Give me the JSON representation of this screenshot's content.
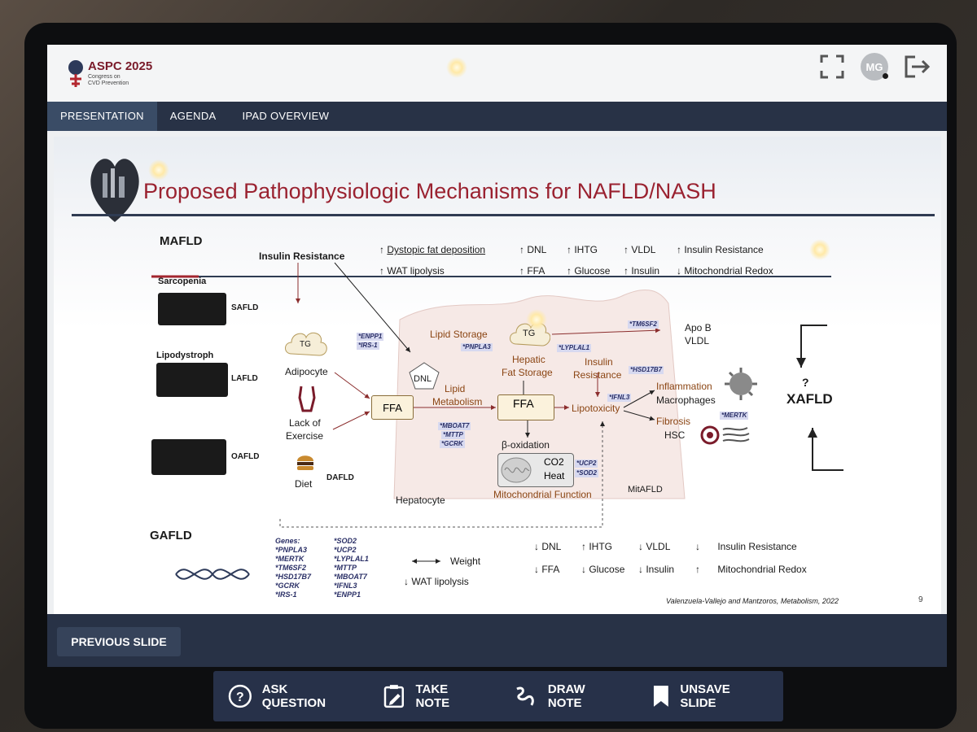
{
  "app": {
    "logo_title": "ASPC 2025",
    "logo_sub1": "Congress on",
    "logo_sub2": "CVD Prevention",
    "user_initials": "MG"
  },
  "nav": {
    "tabs": [
      "PRESENTATION",
      "AGENDA",
      "IPAD OVERVIEW"
    ],
    "active": 0
  },
  "slide": {
    "title": "Proposed Pathophysiologic Mechanisms for NAFLD/NASH",
    "page_number": "9",
    "citation": "Valenzuela-Vallejo and Mantzoros, Metabolism, 2022",
    "mafld": "MAFLD",
    "insulin_resistance": "Insulin Resistance",
    "top_row1": [
      "Dystopic fat deposition",
      "DNL",
      "IHTG",
      "VLDL",
      "Insulin Resistance"
    ],
    "top_row2": [
      "WAT lipolysis",
      "FFA",
      "Glucose",
      "Insulin",
      "Mitochondrial Redox"
    ],
    "sarcopenia": "Sarcopenia",
    "safld": "SAFLD",
    "lipodystroph": "Lipodystroph",
    "lafld": "LAFLD",
    "oafld": "OAFLD",
    "tg": "TG",
    "adipocyte": "Adipocyte",
    "lack_of": "Lack of",
    "exercise": "Exercise",
    "diet": "Diet",
    "dafld": "DAFLD",
    "enpp1": "*ENPP1",
    "irs1": "*IRS-1",
    "ffa": "FFA",
    "dnl": "DNL",
    "lipid_storage": "Lipid Storage",
    "pnpla3": "*PNPLA3",
    "hepatic": "Hepatic",
    "fat_storage": "Fat Storage",
    "lyplal1": "*LYPLAL1",
    "tm6sf2": "*TM6SF2",
    "apob": "Apo B",
    "vldl": "VLDL",
    "lipid": "Lipid",
    "metabolism": "Metabolism",
    "insulin": "Insulin",
    "resistance": "Resistance",
    "hsd17b7": "*HSD17B7",
    "ifnl3": "*IFNL3",
    "lipotoxicity": "Lipotoxicity",
    "inflammation": "Inflammation",
    "macrophages": "Macrophages",
    "fibrosis": "Fibrosis",
    "hsc": "HSC",
    "mertk": "*MERTK",
    "mboat7": "*MBOAT7",
    "mttp": "*MTTP",
    "gcrk": "*GCRK",
    "beta_ox": "β-oxidation",
    "co2": "CO2",
    "heat": "Heat",
    "ucp2": "*UCP2",
    "sod2": "*SOD2",
    "mito_function": "Mitochondrial Function",
    "hepatocyte": "Hepatocyte",
    "mitafld": "MitAFLD",
    "xafld_q": "?",
    "xafld": "XAFLD",
    "gafld": "GAFLD",
    "genes_col1": [
      "Genes:",
      "*PNPLA3",
      "*MERTK",
      "*TM6SF2",
      "*HSD17B7",
      "*GCRK",
      "*IRS-1"
    ],
    "genes_col2": [
      "*SOD2",
      "*UCP2",
      "*LYPLAL1",
      "*MTTP",
      "*MBOAT7",
      "*IFNL3",
      "*ENPP1"
    ],
    "weight": "Weight",
    "wat_lipolysis": "WAT lipolysis",
    "bottom_row1": [
      "DNL",
      "IHTG",
      "VLDL",
      "Insulin Resistance"
    ],
    "bottom_row2": [
      "FFA",
      "Glucose",
      "Insulin",
      "Mitochondrial Redox"
    ]
  },
  "footer": {
    "prev_label": "PREVIOUS SLIDE"
  },
  "toolbar": {
    "ask": "ASK QUESTION",
    "note": "TAKE NOTE",
    "draw": "DRAW NOTE",
    "unsave": "UNSAVE SLIDE"
  }
}
